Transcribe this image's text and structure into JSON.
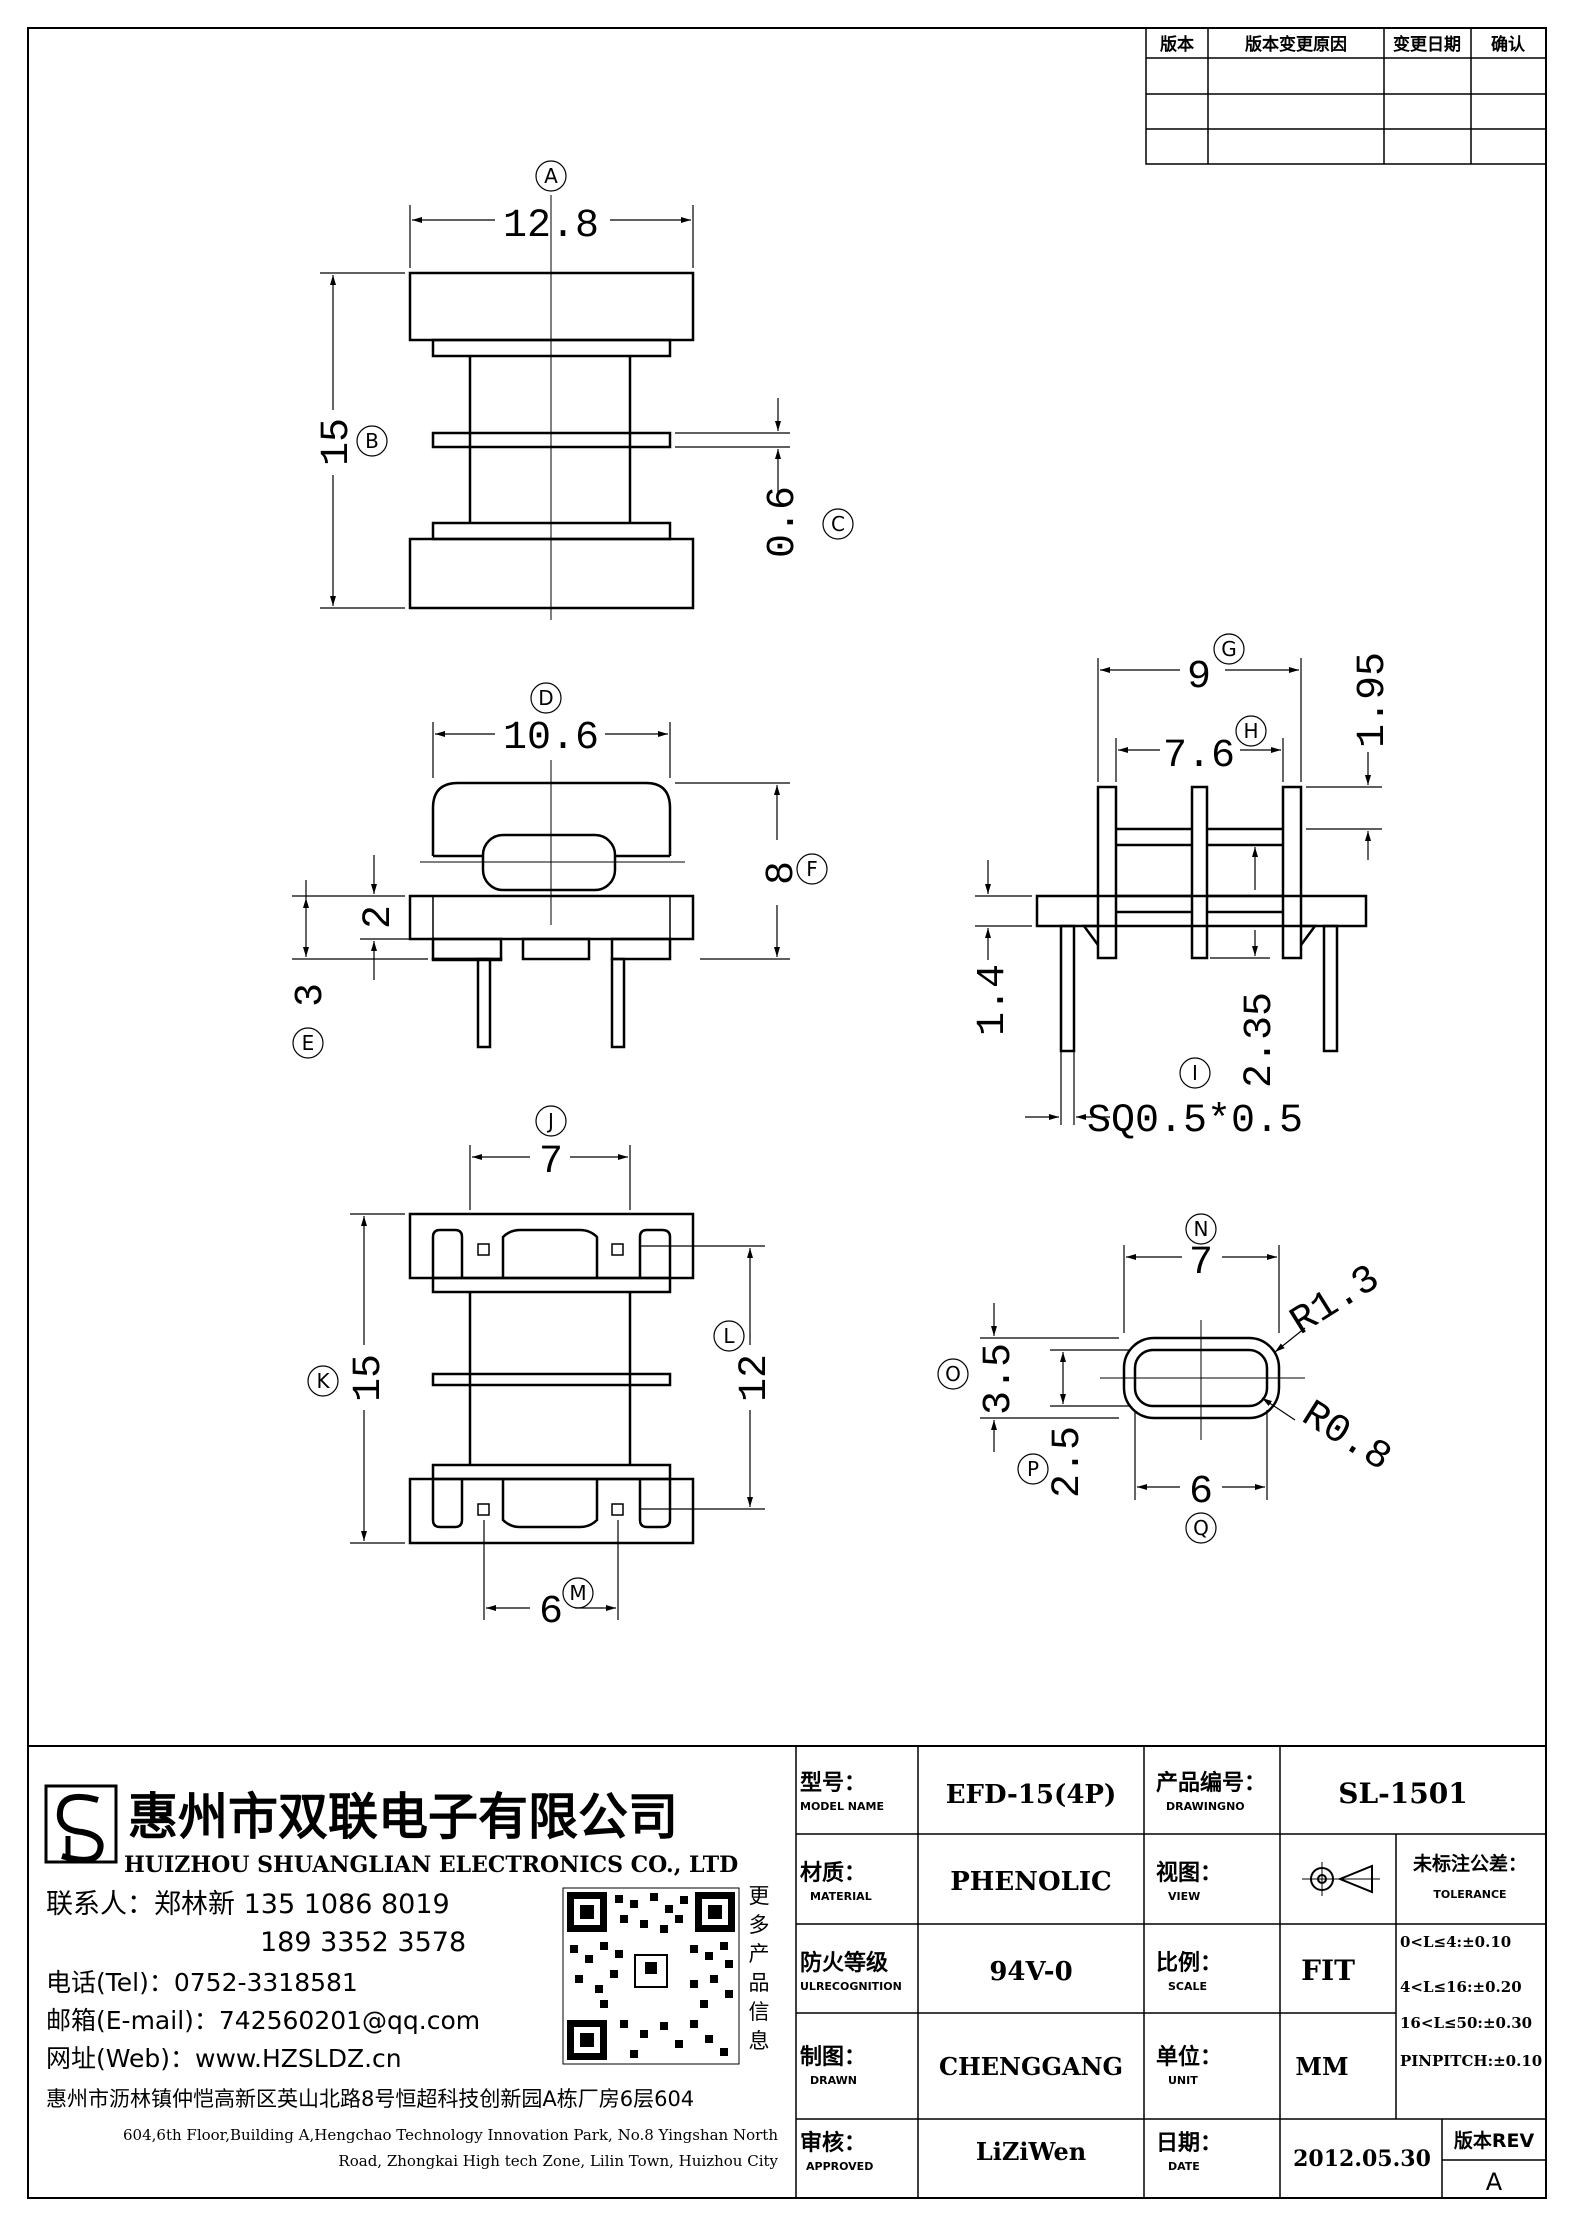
{
  "revision_table": {
    "headers": [
      "版本",
      "版本变更原因",
      "变更日期",
      "确认"
    ]
  },
  "dimensions": {
    "A": "12.8",
    "B": "15",
    "C": "0.6",
    "D": "10.6",
    "E": "3",
    "F": "8",
    "G": "9",
    "H": "7.6",
    "I": "SQ0.5*0.5",
    "J": "7",
    "K": "15",
    "L": "12",
    "M": "6",
    "N": "7",
    "O": "3.5",
    "P": "2.5",
    "Q": "6",
    "two": "2",
    "one_nine_five": "1.95",
    "one_four": "1.4",
    "two_three_five": "2.35",
    "R1": "R1.3",
    "R2": "R0.8"
  },
  "labels": {
    "A": "A",
    "B": "B",
    "C": "C",
    "D": "D",
    "E": "E",
    "F": "F",
    "G": "G",
    "H": "H",
    "I": "I",
    "J": "J",
    "K": "K",
    "L": "L",
    "M": "M",
    "N": "N",
    "O": "O",
    "P": "P",
    "Q": "Q"
  },
  "company": {
    "name_cn": "惠州市双联电子有限公司",
    "name_en": "HUIZHOU SHUANGLIAN ELECTRONICS CO., LTD",
    "contact": "联系人：郑林新  135 1086 8019",
    "contact2": "189 3352 3578",
    "tel": "电话(Tel)：0752-3318581",
    "email": "邮箱(E-mail)：742560201@qq.com",
    "web": "网址(Web)：www.HZSLDZ.cn",
    "address_cn": "惠州市沥林镇仲恺高新区英山北路8号恒超科技创新园A栋厂房6层604",
    "address_en1": "604,6th Floor,Building A,Hengchao Technology Innovation Park, No.8 Yingshan North",
    "address_en2": "Road, Zhongkai High tech Zone, Lilin Town, Huizhou City",
    "qr_caption": [
      "更",
      "多",
      "产",
      "品",
      "信",
      "息"
    ]
  },
  "title_block": {
    "model_label_cn": "型号：",
    "model_label_en": "MODEL NAME",
    "model_value": "EFD-15(4P)",
    "drawing_label_cn": "产品编号：",
    "drawing_label_en": "DRAWINGNO",
    "drawing_value": "SL-1501",
    "material_label_cn": "材质：",
    "material_label_en": "MATERIAL",
    "material_value": "PHENOLIC",
    "view_label_cn": "视图：",
    "view_label_en": "VIEW",
    "tolerance_label_cn": "未标注公差：",
    "tolerance_label_en": "TOLERANCE",
    "fire_label_cn": "防火等级",
    "fire_label_en": "ULRECOGNITION",
    "fire_value": "94V-0",
    "scale_label_cn": "比例：",
    "scale_label_en": "SCALE",
    "scale_value": "FIT",
    "tol1": "0<L≤4:±0.10",
    "tol2": "4<L≤16:±0.20",
    "tol3": "16<L≤50:±0.30",
    "tol4": "PINPITCH:±0.10",
    "drawn_label_cn": "制图：",
    "drawn_label_en": "DRAWN",
    "drawn_value": "CHENGGANG",
    "unit_label_cn": "单位：",
    "unit_label_en": "UNIT",
    "unit_value": "MM",
    "approved_label_cn": "审核：",
    "approved_label_en": "APPROVED",
    "approved_value": "LiZiWen",
    "date_label_cn": "日期：",
    "date_label_en": "DATE",
    "date_value": "2012.05.30",
    "rev_label": "版本REV",
    "rev_value": "A"
  }
}
